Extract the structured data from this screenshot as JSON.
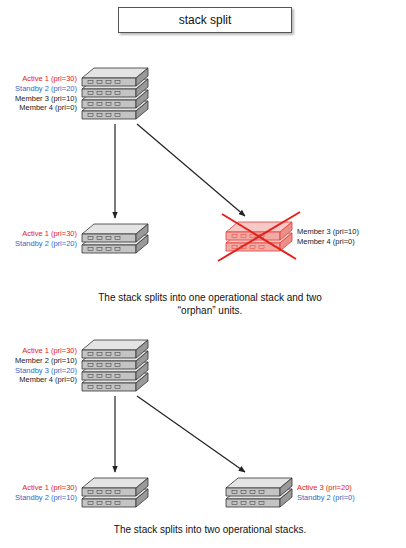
{
  "diagram": {
    "title": "stack split",
    "nodes": [
      {
        "text": [
          "Active 1 (pri=30)",
          "Standby 2 (pri=20)",
          "Member 3 (pri=10)",
          "Member 4 (pri=0)"
        ]
      },
      {
        "text": [
          "Active 1 (pri=30)",
          "Standby 2 (pri=20)"
        ]
      },
      {
        "text": [
          "Member 3 (pri=10)",
          "Member 4 (pri=0)"
        ]
      },
      {
        "text": [
          "Active 1 (pri=30)",
          "Member 2 (pri=10)",
          "Standby 3 (pri=20)",
          "Member 4 (pri=0)"
        ]
      },
      {
        "text": [
          "Active 1 (pri=30)",
          "Standby 2 (pri=10)"
        ]
      },
      {
        "text": [
          "Active 3 (pri=20)",
          "Standby 2 (pri=0)"
        ]
      }
    ],
    "edges": [
      {
        "from": 0,
        "to": 1,
        "arrow": "to"
      },
      {
        "from": 0,
        "to": 2,
        "arrow": "to"
      },
      {
        "from": 3,
        "to": 4,
        "arrow": "to"
      },
      {
        "from": 3,
        "to": 5,
        "arrow": "to"
      }
    ],
    "labels": [
      "The stack splits into one operational stack and two “orphan” units.",
      "The stack splits into two operational stacks."
    ]
  }
}
